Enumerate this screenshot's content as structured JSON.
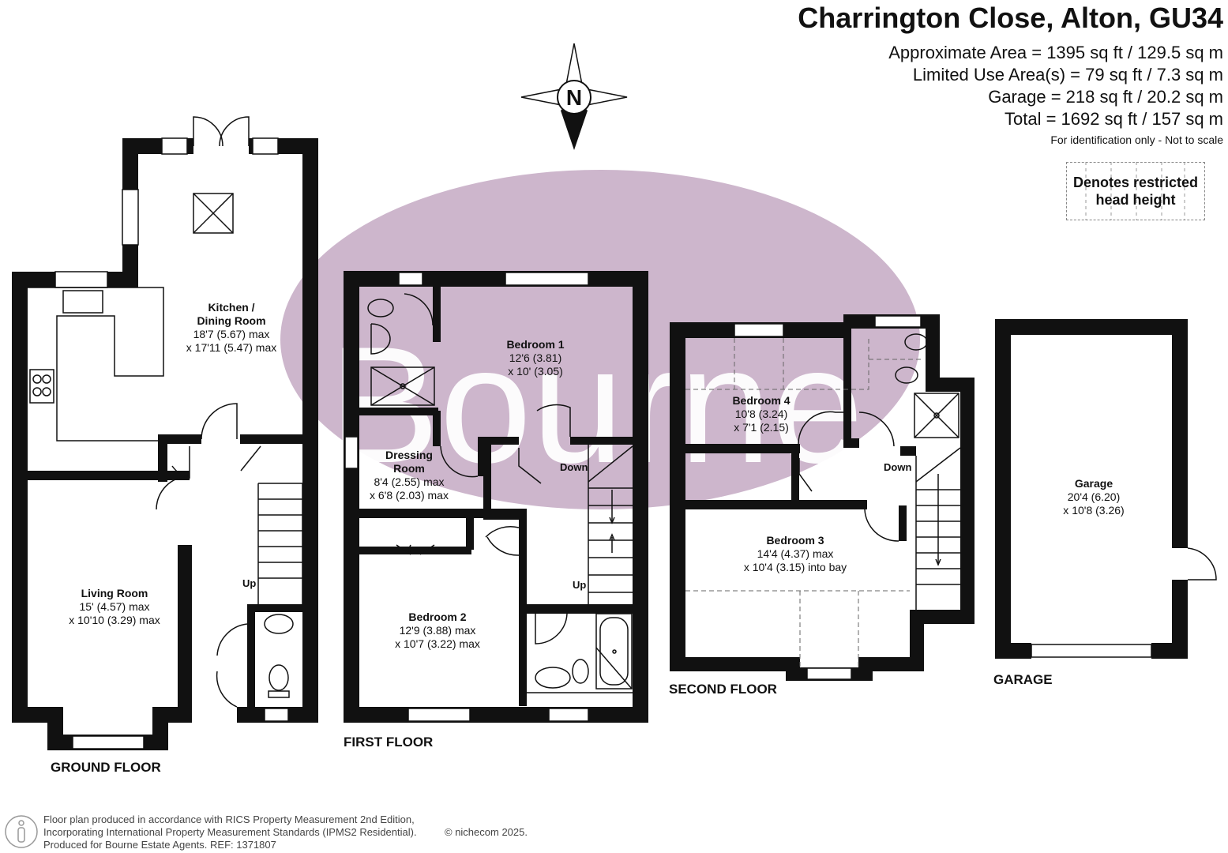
{
  "header": {
    "title": "Charrington Close, Alton, GU34",
    "areas": [
      "Approximate Area = 1395 sq ft / 129.5 sq m",
      "Limited Use Area(s) = 79 sq ft / 7.3 sq m",
      "Garage = 218 sq ft / 20.2 sq m",
      "Total = 1692 sq ft / 157 sq m"
    ],
    "note": "For identification only - Not to scale"
  },
  "legend": {
    "restricted_line1": "Denotes restricted",
    "restricted_line2": "head height"
  },
  "compass": {
    "letter": "N"
  },
  "watermark": {
    "text": "Bourne"
  },
  "floors": {
    "ground": "GROUND FLOOR",
    "first": "FIRST FLOOR",
    "second": "SECOND FLOOR",
    "garage": "GARAGE"
  },
  "rooms": {
    "kitchen": {
      "name1": "Kitchen /",
      "name2": "Dining Room",
      "dim1": "18'7 (5.67) max",
      "dim2": "x 17'11 (5.47) max"
    },
    "living": {
      "name": "Living Room",
      "dim1": "15' (4.57) max",
      "dim2": "x 10'10 (3.29) max"
    },
    "bedroom1": {
      "name": "Bedroom 1",
      "dim1": "12'6 (3.81)",
      "dim2": "x 10' (3.05)"
    },
    "dressing": {
      "name1": "Dressing",
      "name2": "Room",
      "dim1": "8'4 (2.55) max",
      "dim2": "x 6'8 (2.03) max"
    },
    "bedroom2": {
      "name": "Bedroom 2",
      "dim1": "12'9 (3.88) max",
      "dim2": "x 10'7 (3.22) max"
    },
    "bedroom4": {
      "name": "Bedroom 4",
      "dim1": "10'8 (3.24)",
      "dim2": "x 7'1 (2.15)"
    },
    "bedroom3": {
      "name": "Bedroom 3",
      "dim1": "14'4 (4.37) max",
      "dim2": "x 10'4 (3.15) into bay"
    },
    "garage": {
      "name": "Garage",
      "dim1": "20'4 (6.20)",
      "dim2": "x 10'8 (3.26)"
    }
  },
  "stairs": {
    "up": "Up",
    "down": "Down"
  },
  "footer": {
    "line1": "Floor plan produced in accordance with RICS Property Measurement 2nd Edition,",
    "line2": "Incorporating International Property Measurement Standards (IPMS2 Residential).",
    "line3": "Produced for Bourne Estate Agents.   REF:  1371807",
    "copyright": "© nichecom 2025."
  },
  "colors": {
    "wall": "#111111",
    "watermark": "#cdb6cc",
    "watermark_text": "#ffffff"
  }
}
